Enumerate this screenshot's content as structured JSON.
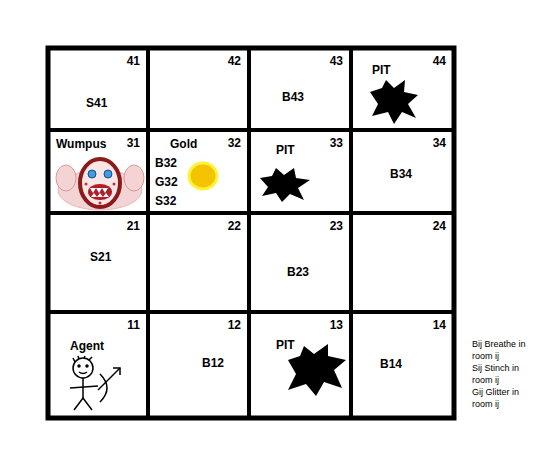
{
  "diagram": {
    "nodes": [
      {
        "text": [
          "41",
          "S41"
        ]
      },
      {
        "text": [
          "42"
        ]
      },
      {
        "text": [
          "43",
          "B43"
        ]
      },
      {
        "text": [
          "44",
          "PIT"
        ]
      },
      {
        "text": [
          "Wumpus",
          "31"
        ]
      },
      {
        "text": [
          "Gold",
          "32",
          "B32",
          "G32",
          "S32"
        ]
      },
      {
        "text": [
          "33",
          "PIT"
        ]
      },
      {
        "text": [
          "34",
          "B34"
        ]
      },
      {
        "text": [
          "21",
          "S21"
        ]
      },
      {
        "text": [
          "22"
        ]
      },
      {
        "text": [
          "23",
          "B23"
        ]
      },
      {
        "text": [
          "24"
        ]
      },
      {
        "text": [
          "11",
          "Agent"
        ]
      },
      {
        "text": [
          "12",
          "B12"
        ]
      },
      {
        "text": [
          "13",
          "PIT"
        ]
      },
      {
        "text": [
          "14",
          "B14"
        ]
      }
    ],
    "labels": [
      "Bij Breathe in room ij",
      "Sij Stinch in room ij",
      "Gij Glitter in room ij"
    ]
  }
}
